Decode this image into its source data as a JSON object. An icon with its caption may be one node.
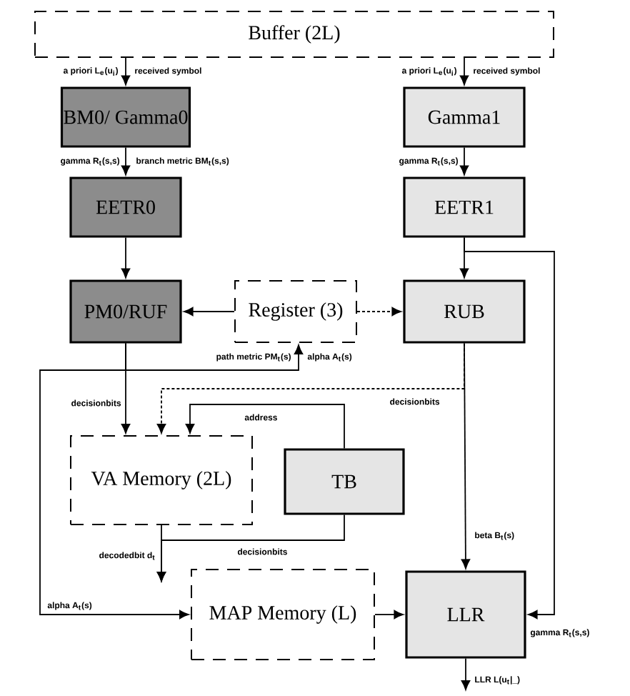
{
  "diagram": {
    "nodes": [
      {
        "text": [
          "Buffer (2L)"
        ]
      },
      {
        "text": [
          "BM0/ Gamma0"
        ]
      },
      {
        "text": [
          "Gamma1"
        ]
      },
      {
        "text": [
          "EETR0"
        ]
      },
      {
        "text": [
          "EETR1"
        ]
      },
      {
        "text": [
          "PM0/RUF"
        ]
      },
      {
        "text": [
          "Register (3)"
        ]
      },
      {
        "text": [
          "RUB"
        ]
      },
      {
        "text": [
          "VA Memory (2L)"
        ]
      },
      {
        "text": [
          "TB"
        ]
      },
      {
        "text": [
          "MAP Memory (L)"
        ]
      },
      {
        "text": [
          "LLR"
        ]
      }
    ],
    "edges": [
      {
        "from": 0,
        "to": 1,
        "arrow": "to"
      },
      {
        "from": 0,
        "to": 2,
        "arrow": "to"
      },
      {
        "from": 1,
        "to": 3,
        "arrow": "to",
        "label": "gamma R$_{t}$(s,s)"
      },
      {
        "from": 2,
        "to": 4,
        "arrow": "to",
        "label": "gamma R$_{t}$(s,s)"
      },
      {
        "from": 3,
        "to": 5,
        "arrow": "to"
      },
      {
        "from": 4,
        "to": 7,
        "arrow": "to"
      },
      {
        "from": 4,
        "to": 11,
        "arrow": "to",
        "label": "gamma R$_{t}$(s,s)"
      },
      {
        "from": 6,
        "to": 5,
        "arrow": "to"
      },
      {
        "from": 6,
        "to": 7,
        "arrow": "to",
        "style": "dashed"
      },
      {
        "from": 5,
        "to": 6,
        "arrow": "to",
        "label": "path metric PM$_{t}$(s)"
      },
      {
        "from": 5,
        "to": 8,
        "arrow": "to",
        "label": "decisionbits"
      },
      {
        "from": 5,
        "to": 10,
        "arrow": "to",
        "label": "alpha A$_{t}$(s)"
      },
      {
        "from": 7,
        "to": 8,
        "arrow": "to",
        "style": "dashed",
        "label": "decisionbits"
      },
      {
        "from": 7,
        "to": 11,
        "arrow": "to",
        "label": "beta B$_{t}$(s)"
      },
      {
        "from": 9,
        "to": 8,
        "arrow": "to",
        "label": "address"
      },
      {
        "from": 8,
        "to": null,
        "arrow": "to",
        "label": "decodedbit d$_{t}$"
      },
      {
        "from": 9,
        "to": null,
        "arrow": "to",
        "label": "decisionbits"
      },
      {
        "from": 10,
        "to": 11,
        "arrow": "to"
      },
      {
        "from": 11,
        "to": null,
        "arrow": "to",
        "label": "LLR L(u$_{t}$|_)"
      }
    ],
    "labels": [
      "a priori L$_{e}$(u$_{i}$)",
      "received symbol",
      "a priori L$_{e}$(u$_{i}$)",
      "received symbol",
      "branch metric BM$_{t}$(s,s)",
      "alpha A$_{t}$(s)"
    ]
  }
}
